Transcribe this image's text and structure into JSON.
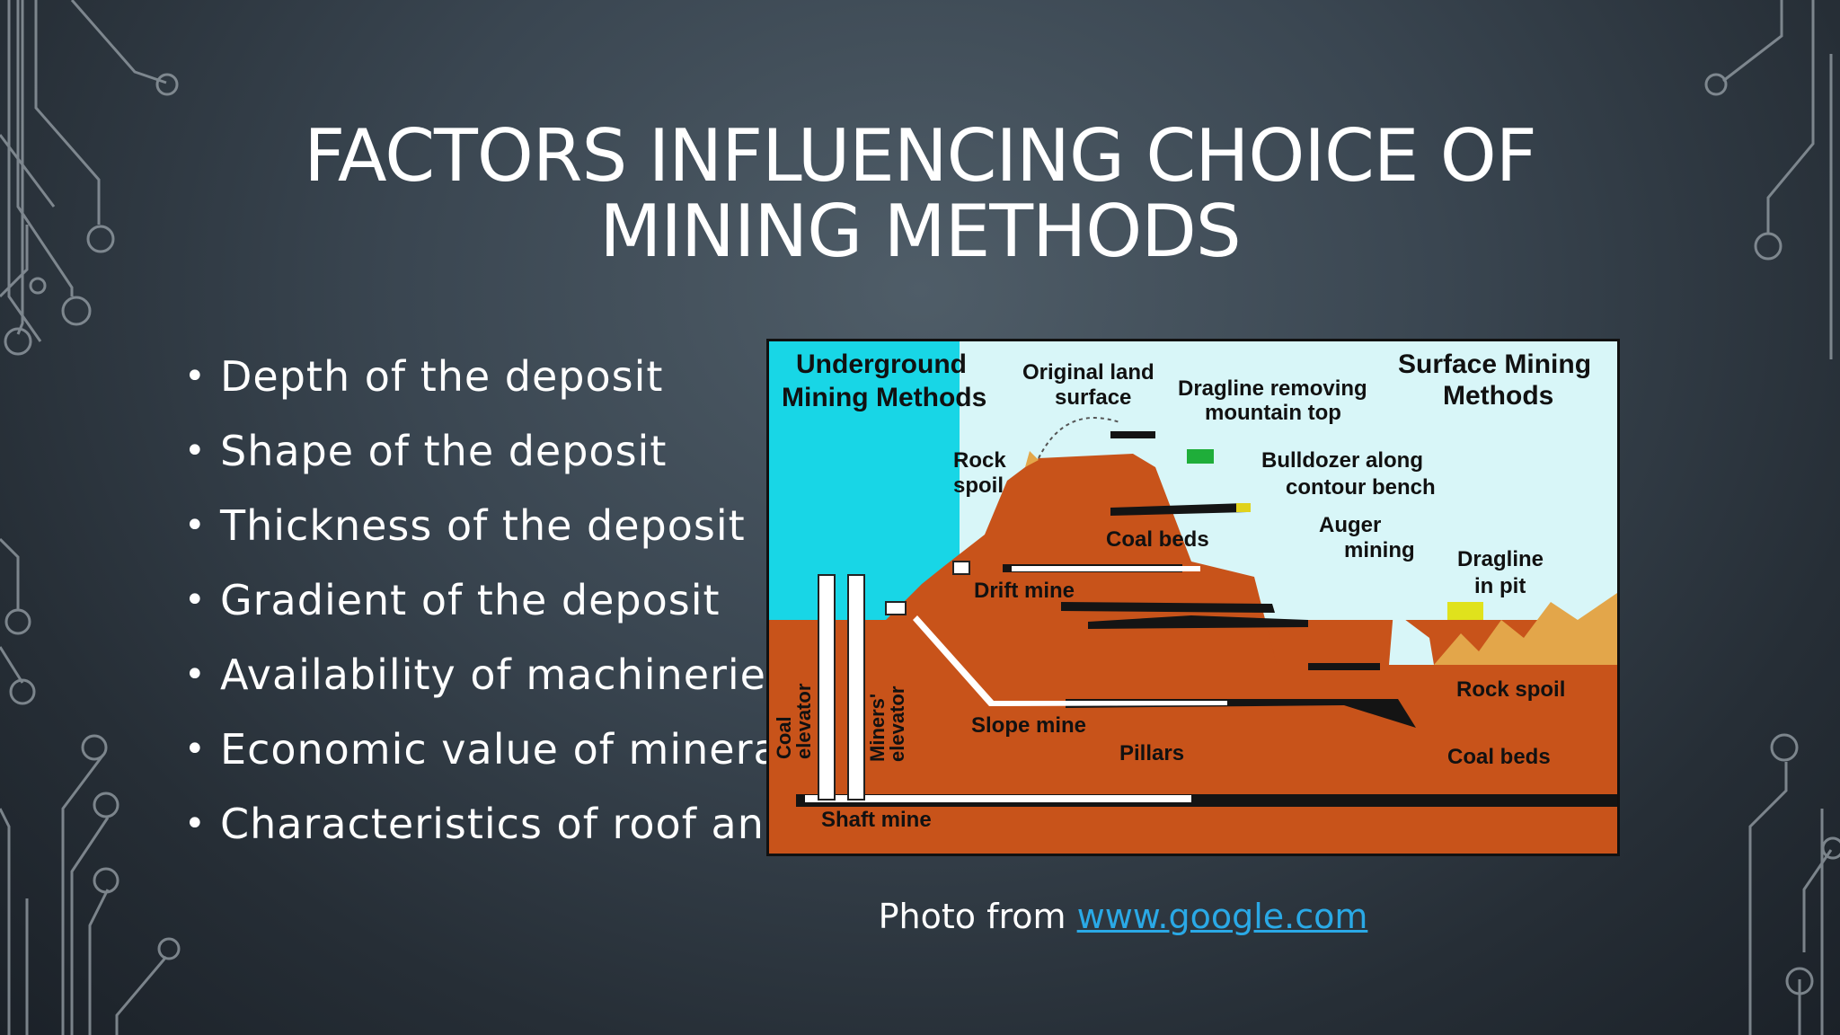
{
  "slide": {
    "title": "Factors Influencing Choice of Mining Methods",
    "bullets": [
      "Depth of the deposit",
      "Shape of the deposit",
      "Thickness of the deposit",
      "Gradient of the deposit",
      "Availability of machineries",
      "Economic value of minerals",
      "Characteristics of roof and"
    ],
    "credit_prefix": "Photo from ",
    "credit_link": "www.google.com"
  },
  "diagram": {
    "heading_underground_1": "Underground",
    "heading_underground_2": "Mining Methods",
    "heading_surface_1": "Surface Mining",
    "heading_surface_2": "Methods",
    "original_land_1": "Original  land",
    "original_land_2": "surface",
    "dragline_top_1": "Dragline removing",
    "dragline_top_2": "mountain top",
    "rock_spoil_top_1": "Rock",
    "rock_spoil_top_2": "spoil",
    "bulldozer_1": "Bulldozer along",
    "bulldozer_2": "contour bench",
    "coal_beds_top": "Coal beds",
    "auger_1": "Auger",
    "auger_2": "mining",
    "dragline_pit_1": "Dragline",
    "dragline_pit_2": "in pit",
    "drift_mine": "Drift mine",
    "rock_spoil_right": "Rock spoil",
    "coal_elevator_1": "Coal",
    "coal_elevator_2": "elevator",
    "miners_elevator_1": "Miners'",
    "miners_elevator_2": "elevator",
    "slope_mine": "Slope mine",
    "pillars": "Pillars",
    "coal_beds_bottom": "Coal beds",
    "shaft_mine": "Shaft mine"
  },
  "colors": {
    "underground_bg": "#18d6e6",
    "surface_bg": "#d8f6f8",
    "earth": "#c8531a",
    "coal": "#141414",
    "spoil": "#e3a64a",
    "link": "#2aa9e6"
  }
}
